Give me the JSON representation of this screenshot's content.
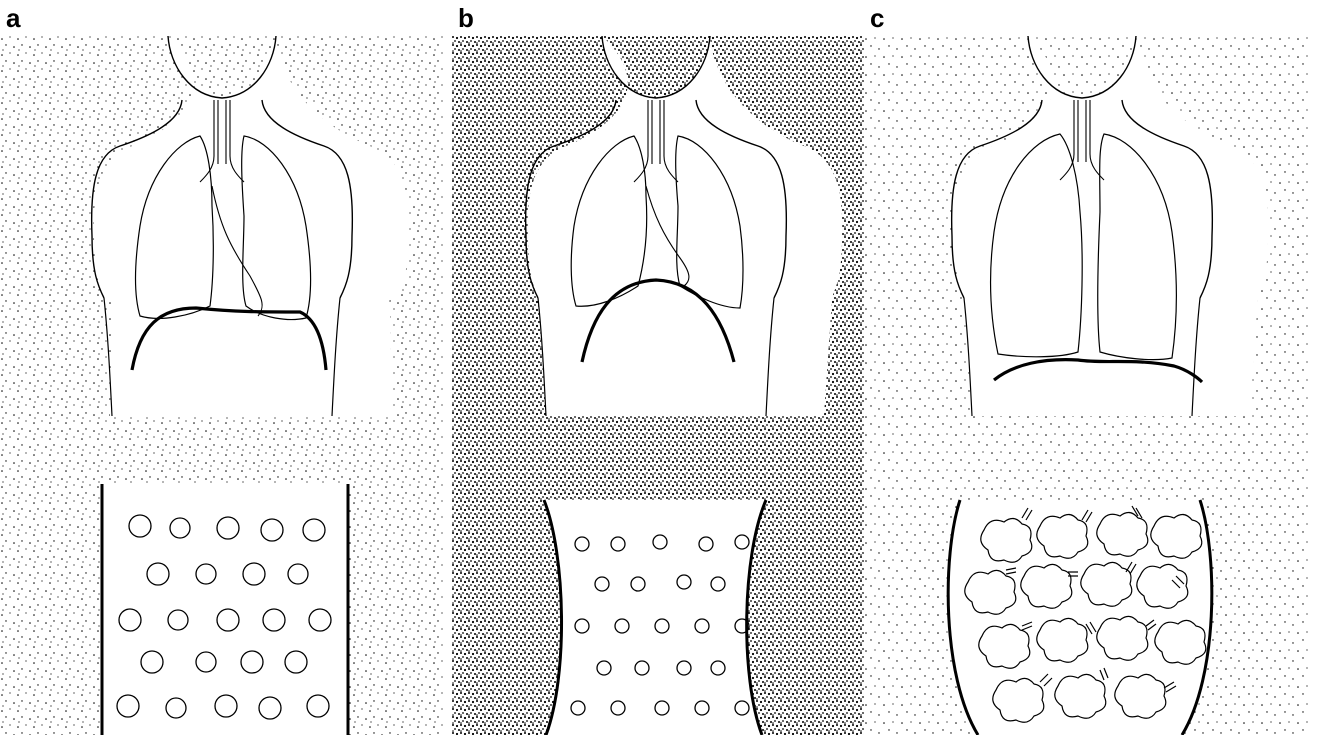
{
  "panels": [
    {
      "label": "a"
    },
    {
      "label": "b"
    },
    {
      "label": "c"
    }
  ],
  "colors": {
    "ink": "#000000",
    "background": "#ffffff"
  }
}
